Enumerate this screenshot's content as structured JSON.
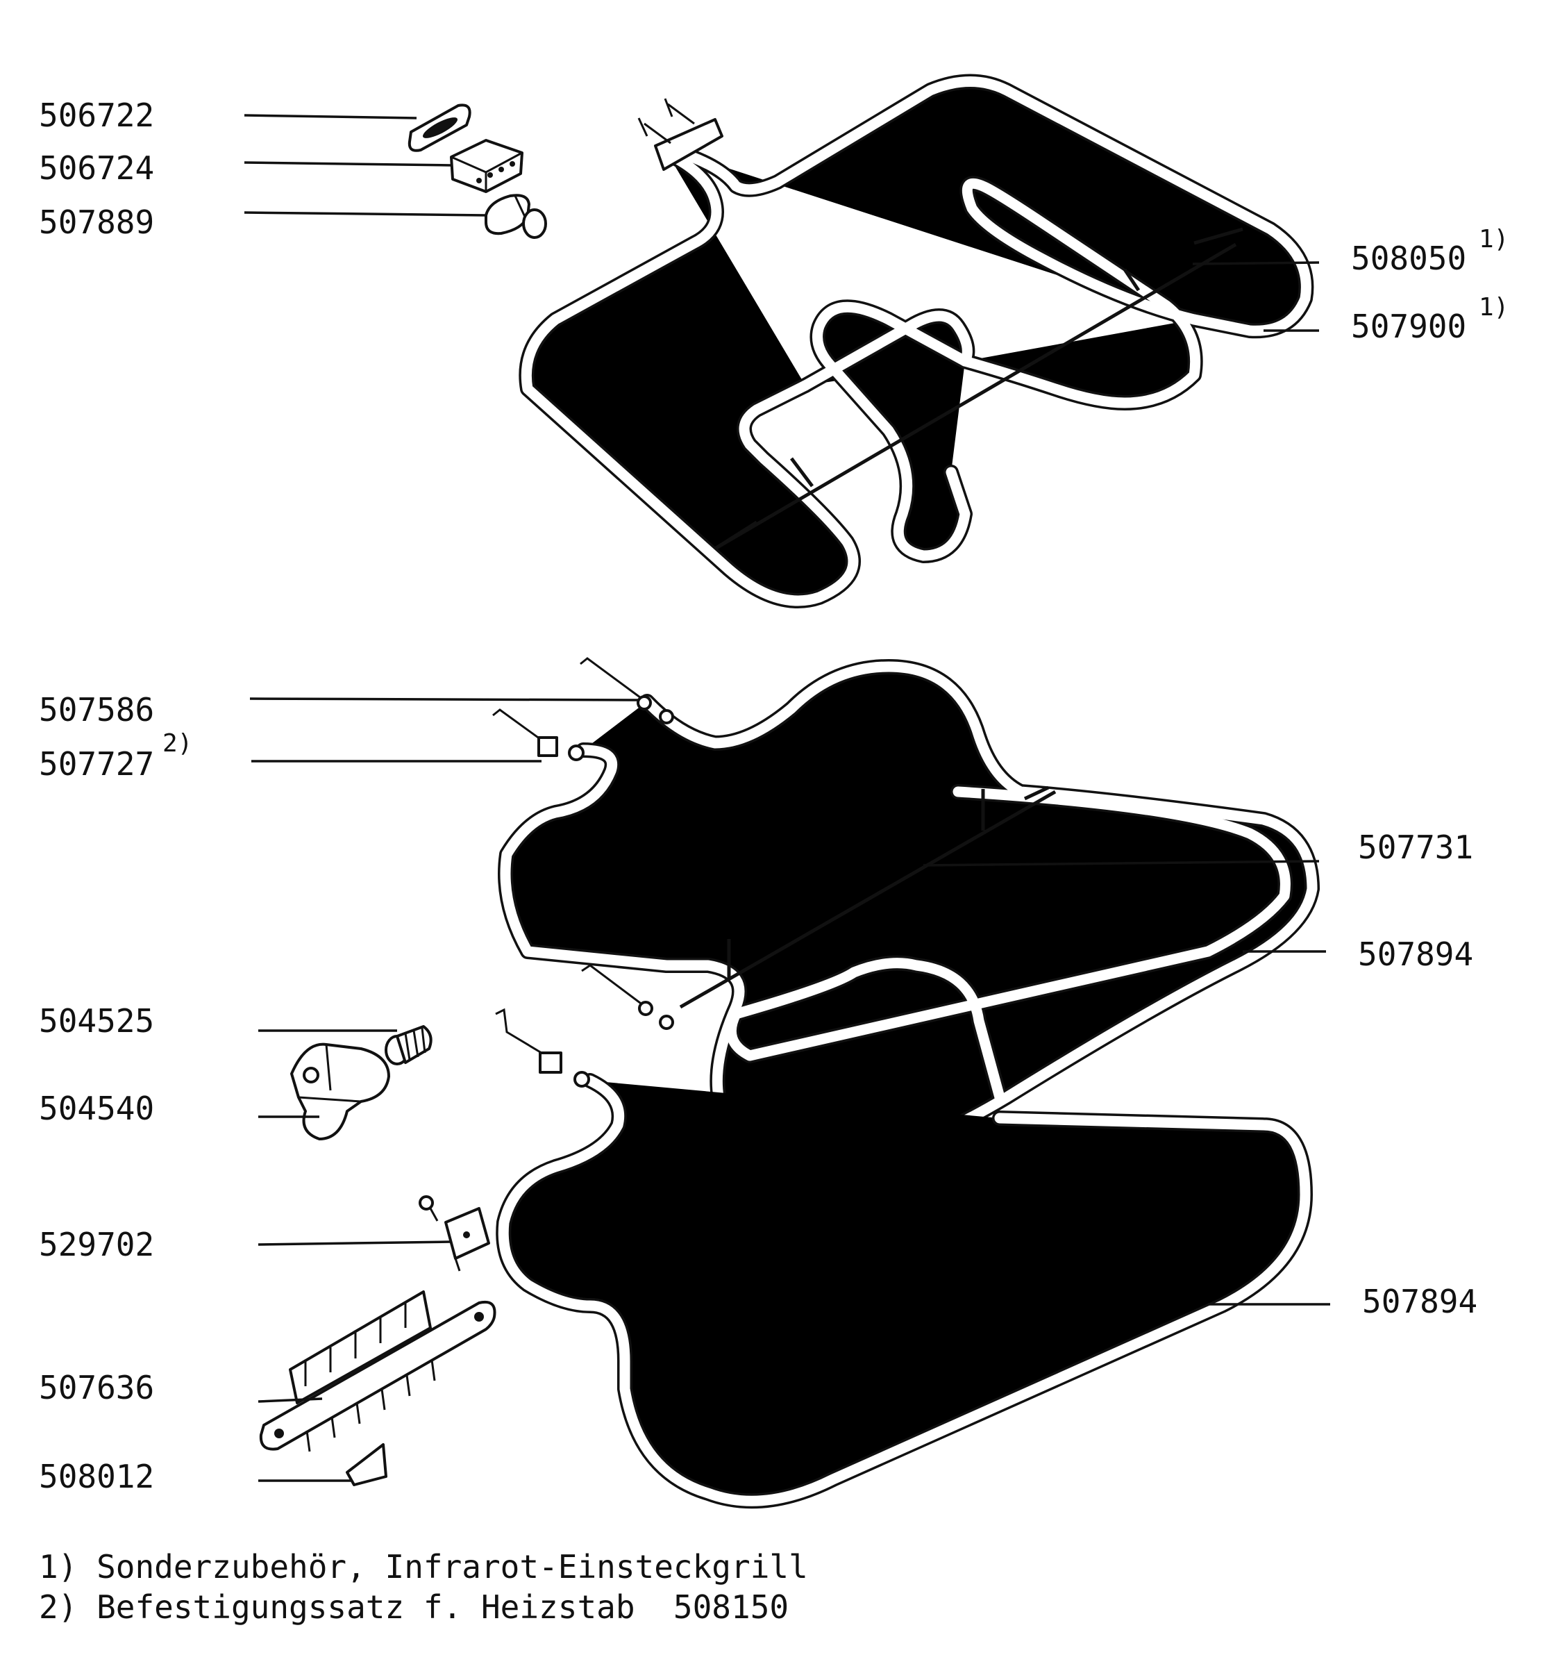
{
  "labels": {
    "p506722": "506722",
    "p506724": "506724",
    "p507889": "507889",
    "p508050": "508050",
    "p507900": "507900",
    "p507586": "507586",
    "p507727": "507727",
    "p507731": "507731",
    "p507894_top": "507894",
    "p504525": "504525",
    "p504540": "504540",
    "p529702": "529702",
    "p507894_bottom": "507894",
    "p507636": "507636",
    "p508012": "508012"
  },
  "superscripts": {
    "one": "1)",
    "two": "2)"
  },
  "footnotes": {
    "note1": "1) Sonderzubehör, Infrarot-Einsteckgrill",
    "note2": "2) Befestigungssatz f. Heizstab  508150"
  }
}
